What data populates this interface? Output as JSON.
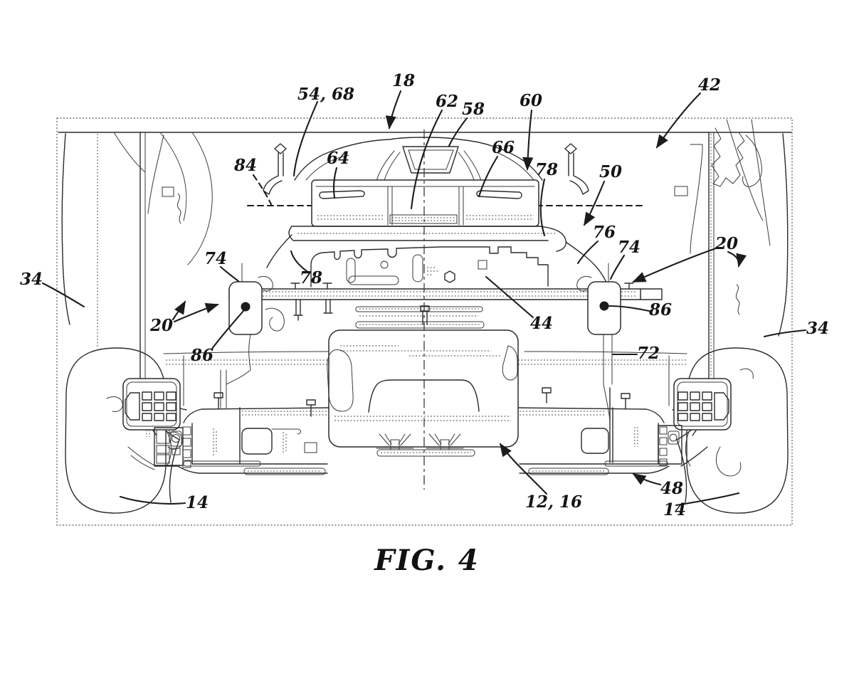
{
  "figure": {
    "caption": "FIG. 4",
    "colors": {
      "ink": "#2b2b2b",
      "background": "#ffffff"
    },
    "labels": [
      {
        "id": "54-68",
        "text": "54, 68"
      },
      {
        "id": "18",
        "text": "18"
      },
      {
        "id": "62",
        "text": "62"
      },
      {
        "id": "58",
        "text": "58"
      },
      {
        "id": "60",
        "text": "60"
      },
      {
        "id": "66",
        "text": "66"
      },
      {
        "id": "64",
        "text": "64"
      },
      {
        "id": "42",
        "text": "42"
      },
      {
        "id": "84",
        "text": "84"
      },
      {
        "id": "78-right",
        "text": "78"
      },
      {
        "id": "50",
        "text": "50"
      },
      {
        "id": "76",
        "text": "76"
      },
      {
        "id": "74-right",
        "text": "74"
      },
      {
        "id": "20-right",
        "text": "20"
      },
      {
        "id": "34-right",
        "text": "34"
      },
      {
        "id": "86-right",
        "text": "86"
      },
      {
        "id": "72",
        "text": "72"
      },
      {
        "id": "44",
        "text": "44"
      },
      {
        "id": "78-left",
        "text": "78"
      },
      {
        "id": "74-left",
        "text": "74"
      },
      {
        "id": "20-left",
        "text": "20"
      },
      {
        "id": "34-left",
        "text": "34"
      },
      {
        "id": "86-left",
        "text": "86"
      },
      {
        "id": "14-left",
        "text": "14"
      },
      {
        "id": "12-16",
        "text": "12, 16"
      },
      {
        "id": "48",
        "text": "48"
      },
      {
        "id": "14-right",
        "text": "14"
      }
    ]
  }
}
